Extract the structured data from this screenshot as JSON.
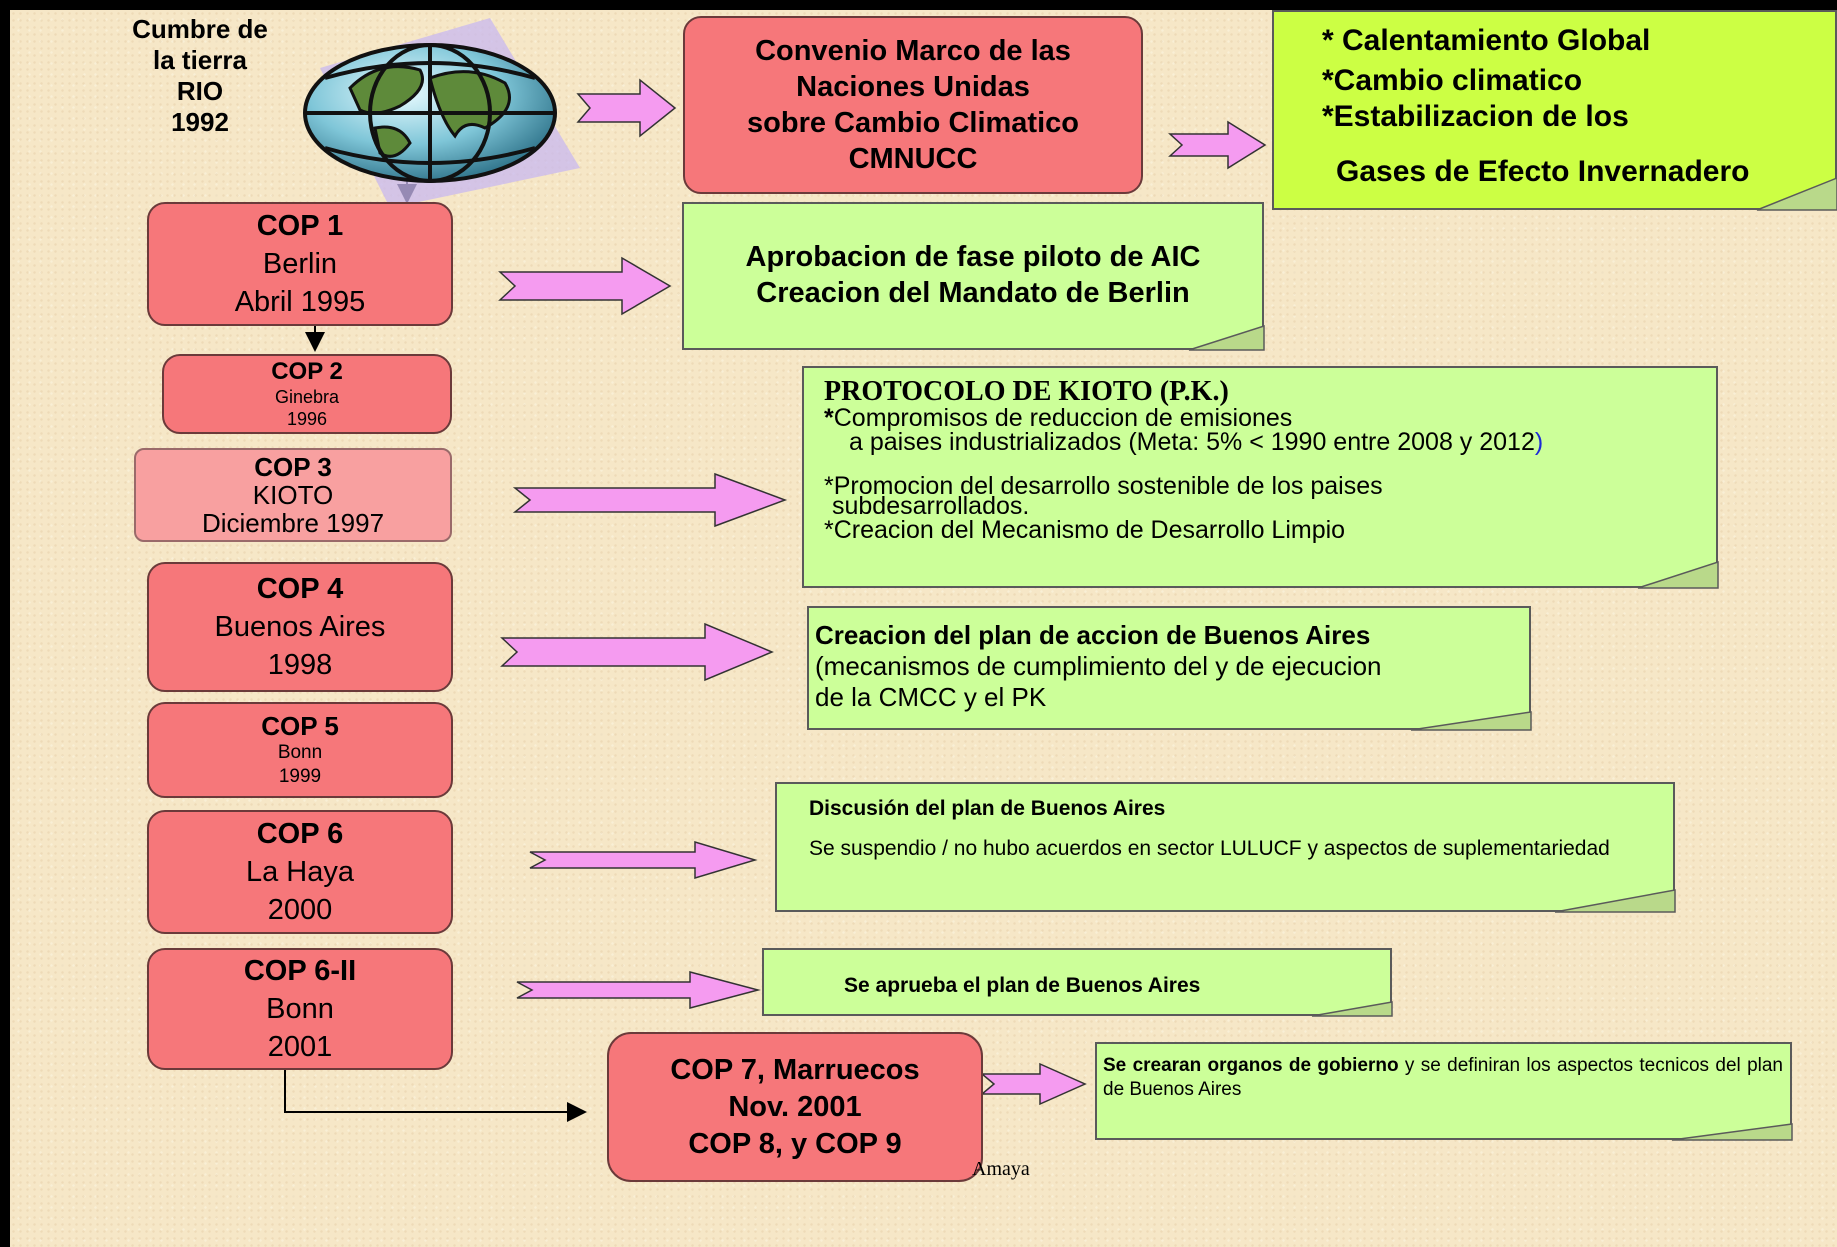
{
  "colors": {
    "cop_box": "#f6777a",
    "cop3_box": "#f8a0a0",
    "note_green": "#ccff99",
    "note_lime": "#ccff44",
    "arrow_pink": "#f59bf0",
    "background": "#f6e7c7"
  },
  "origin": {
    "title_lines": [
      "Cumbre de",
      "la tierra",
      "RIO",
      "1992"
    ],
    "image": "globe-icon"
  },
  "cmnucc": {
    "lines": [
      "Convenio Marco de las",
      "Naciones Unidas",
      "sobre Cambio Climatico",
      "CMNUCC"
    ]
  },
  "objectives": {
    "lines": [
      "* Calentamiento  Global",
      "*Cambio climatico",
      "*Estabilizacion de los",
      "Gases de Efecto Invernadero"
    ]
  },
  "cops": [
    {
      "title": "COP 1",
      "line2": "Berlin",
      "line3": "Abril 1995"
    },
    {
      "title": "COP 2",
      "line2": "Ginebra",
      "line3": "1996"
    },
    {
      "title": "COP 3",
      "line2": "KIOTO",
      "line3": "Diciembre 1997"
    },
    {
      "title": "COP 4",
      "line2": "Buenos Aires",
      "line3": "1998"
    },
    {
      "title": "COP 5",
      "line2": "Bonn",
      "line3": "1999"
    },
    {
      "title": "COP 6",
      "line2": "La Haya",
      "line3": "2000"
    },
    {
      "title": "COP 6-II",
      "line2": "Bonn",
      "line3": "2001"
    },
    {
      "title": "COP 7, Marruecos",
      "line2": "Nov. 2001",
      "line3": "COP 8, y COP 9"
    }
  ],
  "notes": {
    "cop1": {
      "line1": "Aprobacion de fase piloto de AIC",
      "line2": "Creacion del Mandato de Berlin"
    },
    "cop3": {
      "heading": "PROTOCOLO DE KIOTO (P.K.)",
      "bullet1_star": "*",
      "bullet1a": "Compromisos de reduccion de emisiones",
      "bullet1b": "a paises industrializados (Meta: 5% < 1990 entre 2008 y 2012",
      "bullet1b_paren": ")",
      "bullet2a": "*Promocion del desarrollo sostenible de los paises",
      "bullet2b": "subdesarrollados.",
      "bullet3": "*Creacion del Mecanismo de Desarrollo Limpio"
    },
    "cop4": {
      "heading": "Creacion del plan de accion de Buenos Aires",
      "line2": "(mecanismos de cumplimiento del y de ejecucion",
      "line3": "de la CMCC y el PK"
    },
    "cop6": {
      "heading": "Discusión del plan de Buenos Aires",
      "body": "Se suspendio / no hubo acuerdos en sector LULUCF y aspectos de suplementariedad"
    },
    "cop6ii": {
      "text": "Se aprueba el plan de Buenos Aires"
    },
    "cop7": {
      "bold": "Se crearan organos de gobierno",
      "rest": " y se definiran los aspectos tecnicos del plan de Buenos Aires"
    }
  },
  "signature": "Amaya"
}
